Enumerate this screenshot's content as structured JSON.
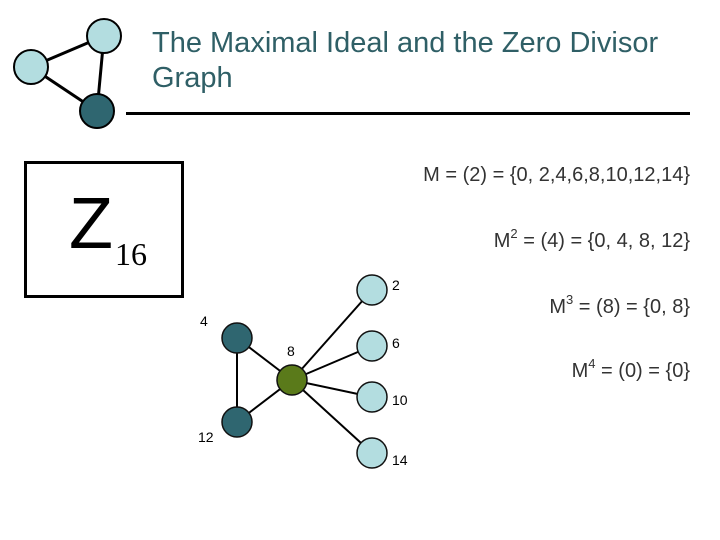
{
  "title": "The Maximal Ideal and the Zero Divisor Graph",
  "ring": {
    "symbol": "Z",
    "subscript": "16"
  },
  "ideals": [
    {
      "base": "M",
      "exp": "",
      "rest": " = (2) = {0, 2,4,6,8,10,12,14}"
    },
    {
      "base": "M",
      "exp": "2",
      "rest": " = (4) = {0, 4, 8, 12}"
    },
    {
      "base": "M",
      "exp": "3",
      "rest": " = (8) = {0, 8}"
    },
    {
      "base": "M",
      "exp": "4",
      "rest": " = (0) = {0}"
    }
  ],
  "graph": {
    "nodes": [
      {
        "id": "2",
        "label": "2",
        "color": "#b3dde0"
      },
      {
        "id": "4",
        "label": "4",
        "color": "#2f6670"
      },
      {
        "id": "6",
        "label": "6",
        "color": "#b3dde0"
      },
      {
        "id": "8",
        "label": "8",
        "color": "#5a7a1a"
      },
      {
        "id": "10",
        "label": "10",
        "color": "#b3dde0"
      },
      {
        "id": "12",
        "label": "12",
        "color": "#2f6670"
      },
      {
        "id": "14",
        "label": "14",
        "color": "#b3dde0"
      }
    ],
    "edges": [
      [
        "4",
        "12"
      ],
      [
        "4",
        "8"
      ],
      [
        "12",
        "8"
      ],
      [
        "8",
        "2"
      ],
      [
        "8",
        "6"
      ],
      [
        "8",
        "10"
      ],
      [
        "8",
        "14"
      ]
    ]
  },
  "logo": {
    "colors": [
      "#b3dde0",
      "#b3dde0",
      "#2f6670"
    ]
  }
}
